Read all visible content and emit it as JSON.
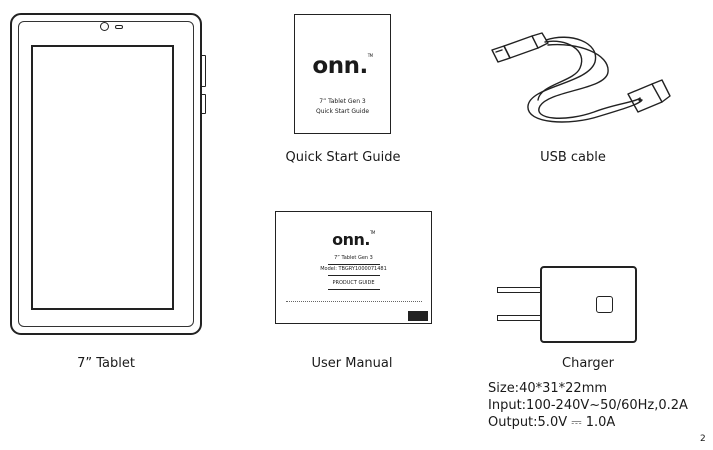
{
  "items": {
    "tablet": {
      "caption": "7” Tablet"
    },
    "quick_start_guide": {
      "caption": "Quick Start Guide",
      "cover_brand": "onn.",
      "cover_line1": "7” Tablet Gen 3",
      "cover_line2": "Quick Start Guide"
    },
    "usb_cable": {
      "caption": "USB cable"
    },
    "user_manual": {
      "caption": "User Manual",
      "cover_brand": "onn.",
      "cover_line1": "7” Tablet Gen 3",
      "cover_model": "Model: TBGRY1000071481",
      "cover_line3": "PRODUCT GUIDE"
    },
    "charger": {
      "caption": "Charger",
      "size": "Size:40*31*22mm",
      "input": "Input:100-240V~50/60Hz,0.2A",
      "output": "Output:5.0V ⎓ 1.0A"
    }
  },
  "page_number": "2"
}
